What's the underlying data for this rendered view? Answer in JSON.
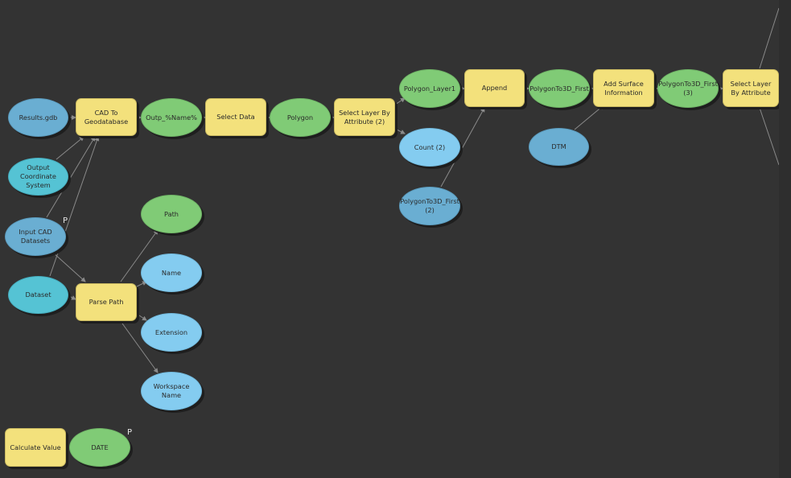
{
  "nodes": {
    "results_gdb": {
      "label": "Results.gdb",
      "kind": "var-blue"
    },
    "cad_to_gdb": {
      "label": "CAD To Geodatabase",
      "kind": "tool"
    },
    "outp_name": {
      "label": "Outp_%Name%",
      "kind": "var-green"
    },
    "select_data": {
      "label": "Select Data",
      "kind": "tool"
    },
    "polygon": {
      "label": "Polygon",
      "kind": "var-green"
    },
    "select_by_attr2": {
      "label": "Select Layer By Attribute (2)",
      "kind": "tool"
    },
    "polygon_layer1": {
      "label": "Polygon_Layer1",
      "kind": "var-green"
    },
    "count2": {
      "label": "Count (2)",
      "kind": "var-lightblue"
    },
    "append": {
      "label": "Append",
      "kind": "tool"
    },
    "polygonto3d_first": {
      "label": "PolygonTo3D_First",
      "kind": "var-green"
    },
    "polygonto3d_first2": {
      "label": "PolygonTo3D_First (2)",
      "kind": "var-blue"
    },
    "add_surface": {
      "label": "Add Surface Information",
      "kind": "tool"
    },
    "dtm": {
      "label": "DTM",
      "kind": "var-blue"
    },
    "polygonto3d_first3": {
      "label": "PolygonTo3D_First (3)",
      "kind": "var-green"
    },
    "select_by_attr": {
      "label": "Select Layer By Attribute",
      "kind": "tool"
    },
    "output_cs": {
      "label": "Output Coordinate System",
      "kind": "var-teal"
    },
    "input_cad": {
      "label": "Input CAD Datasets",
      "kind": "var-blue"
    },
    "dataset": {
      "label": "Dataset",
      "kind": "var-teal"
    },
    "parse_path": {
      "label": "Parse Path",
      "kind": "tool"
    },
    "path": {
      "label": "Path",
      "kind": "var-green"
    },
    "name": {
      "label": "Name",
      "kind": "var-lightblue"
    },
    "extension": {
      "label": "Extension",
      "kind": "var-lightblue"
    },
    "workspace_name": {
      "label": "Workspace Name",
      "kind": "var-lightblue"
    },
    "calculate_value": {
      "label": "Calculate Value",
      "kind": "tool"
    },
    "date": {
      "label": "DATE",
      "kind": "var-green"
    }
  },
  "param_marker": "P",
  "colors": {
    "background": "#333333",
    "tool": "#f3e17c",
    "var_green": "#80cb76",
    "var_blue": "#6aaed2",
    "var_teal": "#55c3d4",
    "var_lightblue": "#84ccf0",
    "connector": "#8a8a8a"
  }
}
